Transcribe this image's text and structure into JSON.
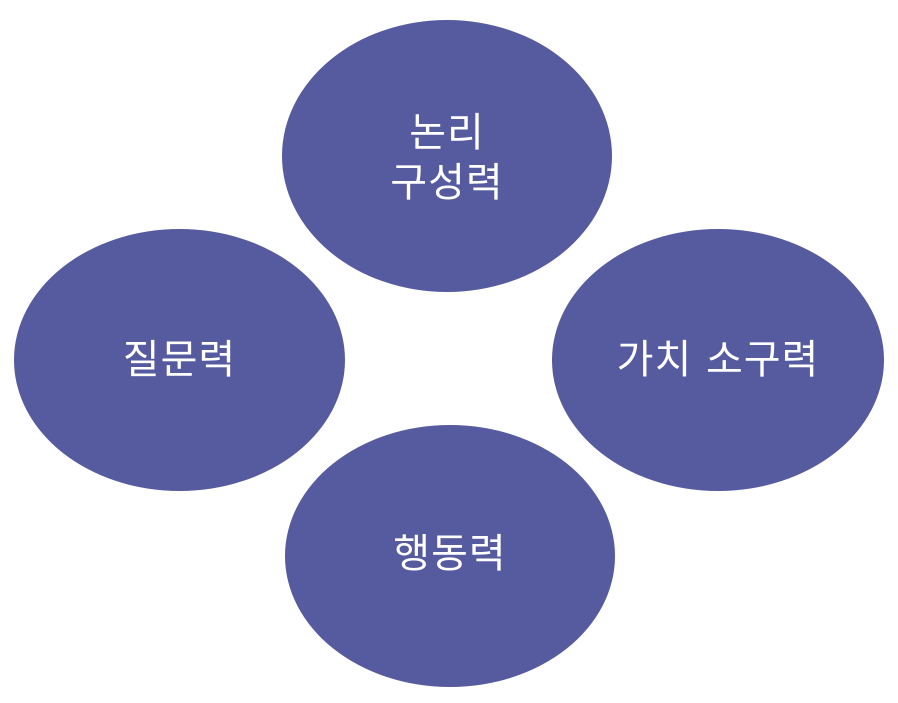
{
  "diagram": {
    "fill_color": "#565a9f",
    "text_color": "#ffffff",
    "nodes": {
      "top": {
        "line1": "논리",
        "line2": "구성력"
      },
      "left": {
        "label": "질문력"
      },
      "right": {
        "label": "가치 소구력"
      },
      "bottom": {
        "label": "행동력"
      }
    }
  }
}
